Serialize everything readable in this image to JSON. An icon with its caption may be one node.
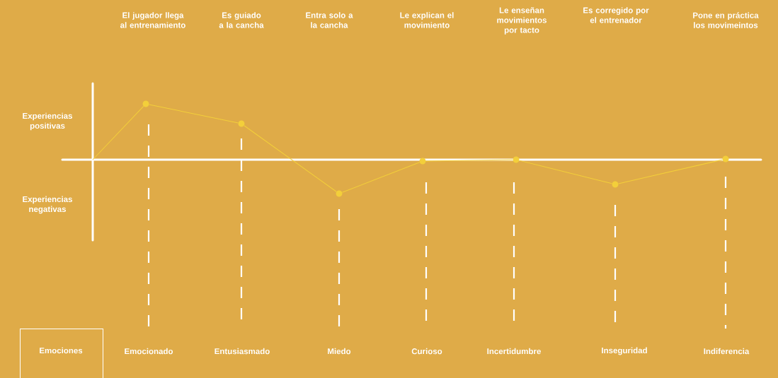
{
  "diagram": {
    "nodes": [
      {
        "text": [
          "Emociones"
        ]
      },
      {
        "text": [],
        "shape": "circle"
      },
      {
        "text": [],
        "shape": "circle"
      },
      {
        "text": [],
        "shape": "circle"
      },
      {
        "text": [],
        "shape": "circle"
      },
      {
        "text": [],
        "shape": "circle"
      },
      {
        "text": [],
        "shape": "circle"
      },
      {
        "text": [],
        "shape": "circle"
      }
    ],
    "edges": [
      {
        "from": null,
        "to": 1,
        "arrow": "none"
      },
      {
        "from": 1,
        "to": 2,
        "arrow": "none"
      },
      {
        "from": 2,
        "to": 3,
        "arrow": "none"
      },
      {
        "from": 3,
        "to": 4,
        "arrow": "none"
      },
      {
        "from": 4,
        "to": 5,
        "arrow": "none"
      },
      {
        "from": 5,
        "to": 6,
        "arrow": "none"
      },
      {
        "from": 6,
        "to": 7,
        "arrow": "none"
      }
    ],
    "labels": [
      "El jugador llega al entrenamiento",
      "Es guiado a la cancha",
      "Entra solo a la cancha",
      "Le explican el movimiento",
      "Le enseñan movimientos por tacto",
      "Es corregido por el entrenador",
      "Pone en práctica los movimeintos",
      "Experiencias positivas",
      "Experiencias negativas",
      "Emocionado",
      "Entusiasmado",
      "Miedo",
      "Curioso",
      "Incertidumbre",
      "Inseguridad",
      "Indiferencia"
    ]
  }
}
